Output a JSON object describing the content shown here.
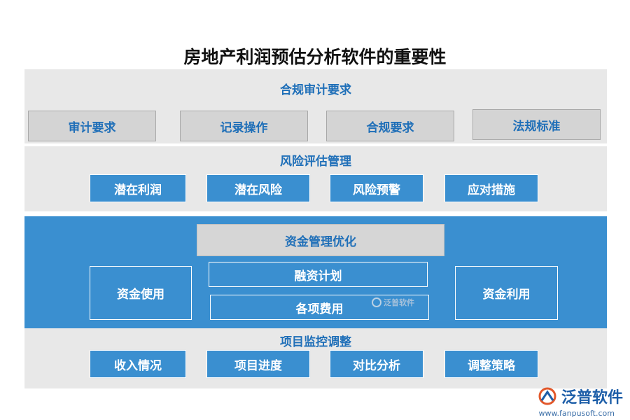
{
  "title": "房地产利润预估分析软件的重要性",
  "colors": {
    "accent_blue": "#3a8fd0",
    "heading_blue": "#1f6fb8",
    "panel_gray": "#e8e8e8",
    "box_gray": "#d4d4d4"
  },
  "section1": {
    "heading": "合规审计要求",
    "items": [
      "审计要求",
      "记录操作",
      "合规要求",
      "法规标准"
    ]
  },
  "section2": {
    "heading": "风险评估管理",
    "items": [
      "潜在利润",
      "潜在风险",
      "风险预警",
      "应对措施"
    ]
  },
  "section3": {
    "heading": "资金管理优化",
    "left": "资金使用",
    "center_items": [
      "融资计划",
      "各项费用"
    ],
    "right": "资金利用"
  },
  "section4": {
    "heading": "项目监控调整",
    "items": [
      "收入情况",
      "项目进度",
      "对比分析",
      "调整策略"
    ]
  },
  "watermark_text": "泛普软件",
  "logo": {
    "name": "泛普软件",
    "url": "www.fanpusoft.com",
    "icon": "fanpu-logo-icon"
  }
}
